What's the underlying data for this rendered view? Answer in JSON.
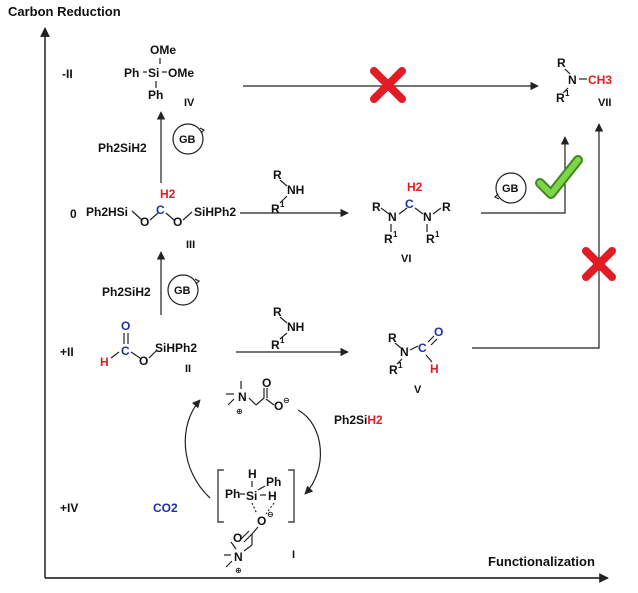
{
  "axes": {
    "y_title": "Carbon Reduction",
    "x_title": "Functionalization"
  },
  "oxidation_levels": [
    "-II",
    "0",
    "+II",
    "+IV"
  ],
  "reagents": {
    "silane": "Ph2SiH2",
    "catalyst": "GB",
    "co2": "CO2",
    "amine_r": "R",
    "amine_r1": "R1",
    "amine_nh": "NH"
  },
  "compounds": {
    "c1": "I",
    "c2": "II",
    "c3": "III",
    "c4": "IV",
    "c5": "V",
    "c6": "VI",
    "c7": "VII"
  },
  "structure_text": {
    "ome": "OMe",
    "ph": "Ph",
    "si": "Si",
    "h2": "H2",
    "ch3": "CH3",
    "o": "O",
    "c": "C",
    "h": "H",
    "n": "N",
    "sihph2": "SiHPh2",
    "ph2hsi": "Ph2HSi"
  },
  "colors": {
    "red": "#e31b23",
    "blue": "#1f2fa8",
    "green": "#5cb82e",
    "black": "#111111"
  }
}
